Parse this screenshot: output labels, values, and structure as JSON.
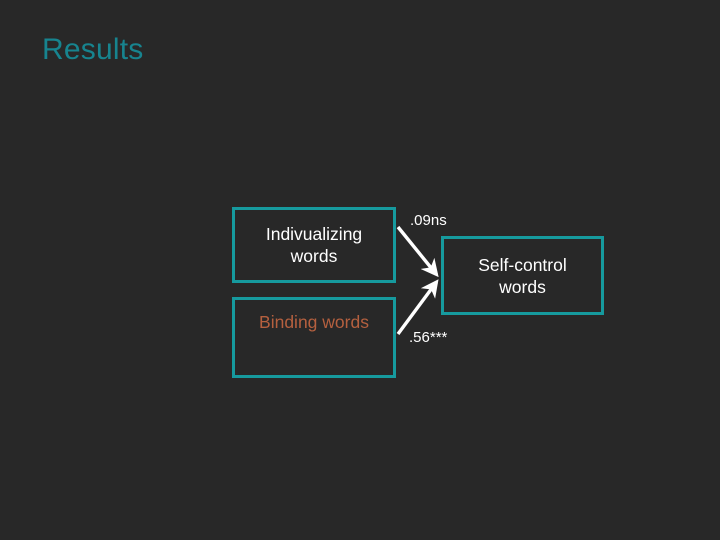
{
  "slide": {
    "title": "Results",
    "title_color": "#17848f",
    "background_color": "#282828"
  },
  "diagram": {
    "type": "path-model",
    "box_border_color": "#169a9e",
    "arrow_color": "#ffffff",
    "nodes": [
      {
        "id": "individualizing",
        "label": "Indivualizing\nwords",
        "text_color": "#ffffff"
      },
      {
        "id": "binding",
        "label": "Binding words",
        "text_color": "#b5603f"
      },
      {
        "id": "selfcontrol",
        "label": "Self-control\nwords",
        "text_color": "#ffffff"
      }
    ],
    "edges": [
      {
        "id": "individualizing-to-selfcontrol",
        "from": "individualizing",
        "to": "selfcontrol",
        "label": ".09ns",
        "coefficient": ".09",
        "significance": "ns"
      },
      {
        "id": "binding-to-selfcontrol",
        "from": "binding",
        "to": "selfcontrol",
        "label": ".56***",
        "coefficient": ".56",
        "significance": "***"
      }
    ]
  }
}
